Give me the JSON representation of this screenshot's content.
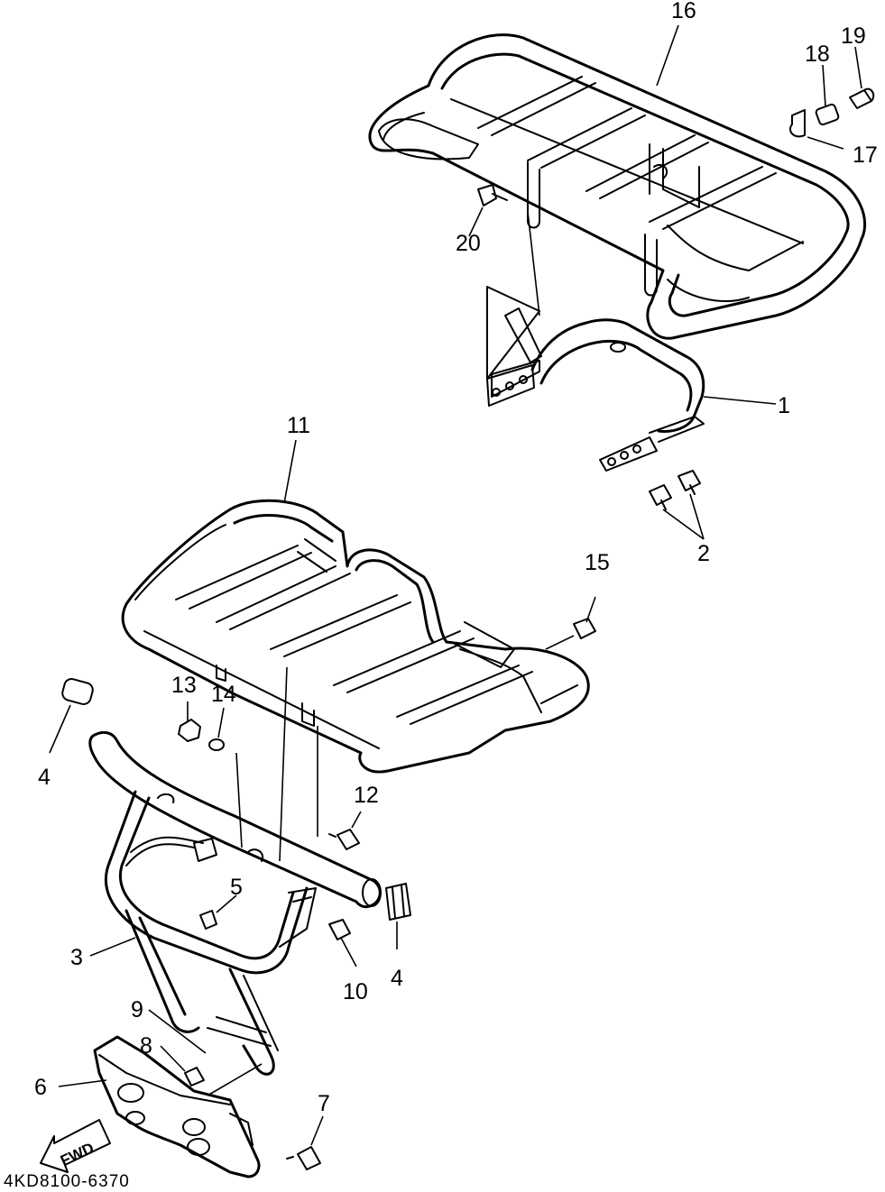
{
  "callouts": {
    "c1": "1",
    "c2": "2",
    "c3": "3",
    "c4a": "4",
    "c4b": "4",
    "c5": "5",
    "c6": "6",
    "c7": "7",
    "c8": "8",
    "c9": "9",
    "c10": "10",
    "c11": "11",
    "c12": "12",
    "c13": "13",
    "c14": "14",
    "c15": "15",
    "c16": "16",
    "c17": "17",
    "c18": "18",
    "c19": "19",
    "c20": "20"
  },
  "fwd_label": "FWD",
  "drawing_code": "4KD8100-6370"
}
